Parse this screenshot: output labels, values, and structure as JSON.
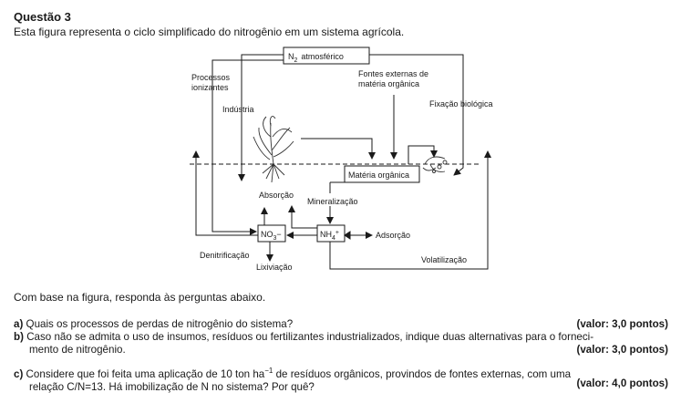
{
  "header": {
    "title": "Questão 3",
    "subtitle": "Esta figura representa o ciclo simplificado do nitrogênio em um sistema agrícola."
  },
  "diagram": {
    "n2_box_label": "N",
    "n2_box_sub": "2",
    "n2_box_suffix": "atmosférico",
    "processos_line1": "Processos",
    "processos_line2": "ionizantes",
    "industria": "Indústria",
    "fontes_line1": "Fontes externas de",
    "fontes_line2": "matéria orgânica",
    "fixacao": "Fixação biológica",
    "materia_organica": "Matéria orgânica",
    "absorcao": "Absorção",
    "mineralizacao": "Mineralização",
    "no3": "NO",
    "no3_sub": "3",
    "no3_sup": "−",
    "nh4": "NH",
    "nh4_sub": "4",
    "nh4_sup": "+",
    "adsorcao": "Adsorção",
    "denitrificacao": "Denitrificação",
    "lixiviacao": "Lixiviação",
    "volatilizacao": "Volatilização"
  },
  "prompt": "Com base na figura, responda às perguntas abaixo.",
  "questions": [
    {
      "letter": "a)",
      "text": "Quais os processos de perdas de nitrogênio do sistema?",
      "value": "(valor: 3,0 pontos)"
    },
    {
      "letter": "b)",
      "text_line1": "Caso não se admita o uso de insumos, resíduos ou fertilizantes industrializados, indique duas alternativas para o forneci-",
      "text_line2": "mento de nitrogênio.",
      "value": "(valor: 3,0 pontos)"
    },
    {
      "letter": "c)",
      "text_line1_a": "Considere que foi feita uma aplicação de 10 ton ha",
      "text_line1_sup": "−1",
      "text_line1_b": " de resíduos orgânicos, provindos de fontes externas, com uma",
      "text_line2": "relação C/N=13. Há imobilização de N no sistema? Por quê?",
      "value": "(valor: 4,0 pontos)"
    }
  ]
}
